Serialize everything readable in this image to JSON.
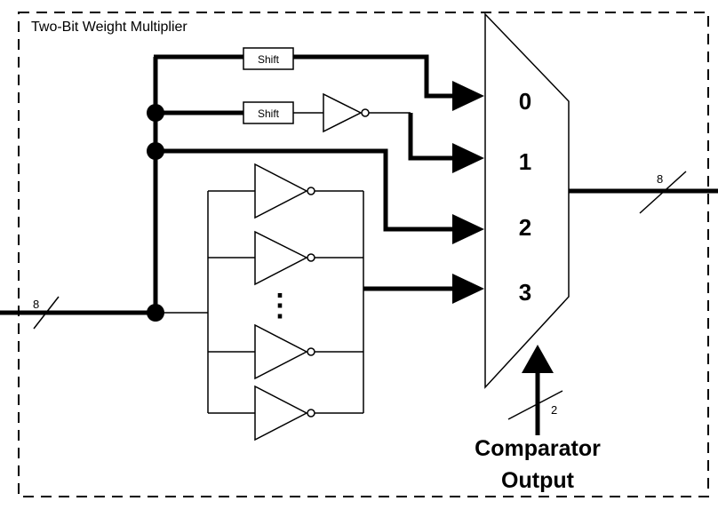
{
  "diagram": {
    "title": "Two-Bit Weight Multiplier",
    "shift_label_top": "Shift",
    "shift_label_second": "Shift",
    "mux_inputs": [
      "0",
      "1",
      "2",
      "3"
    ],
    "input_bus_width": "8",
    "output_bus_width": "8",
    "select_bus_width": "2",
    "ellipsis": "⋮",
    "select_label_line1": "Comparator",
    "select_label_line2": "Output"
  }
}
